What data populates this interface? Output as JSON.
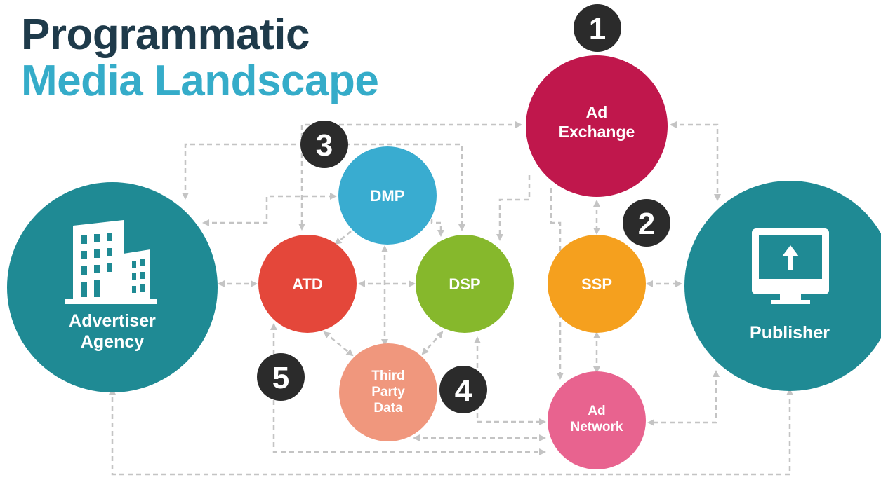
{
  "title": {
    "line1": "Programmatic",
    "line2": "Media Landscape"
  },
  "colors": {
    "title_dark": "#1e3a4a",
    "title_accent": "#35acc9",
    "arrow": "#c4c4c4",
    "badge": "#2b2b2b"
  },
  "nodes": {
    "advertiser": {
      "line1": "Advertiser",
      "line2": "Agency",
      "color": "#1f8a94",
      "icon": "office-building-icon"
    },
    "publisher": {
      "label": "Publisher",
      "color": "#1f8a94",
      "icon": "monitor-upload-icon"
    },
    "ad_exchange": {
      "line1": "Ad",
      "line2": "Exchange",
      "color": "#c0174c"
    },
    "dmp": {
      "label": "DMP",
      "color": "#39acd0"
    },
    "atd": {
      "label": "ATD",
      "color": "#e4473a"
    },
    "dsp": {
      "label": "DSP",
      "color": "#86b82c"
    },
    "ssp": {
      "label": "SSP",
      "color": "#f5a01e"
    },
    "third_party": {
      "line1": "Third",
      "line2": "Party",
      "line3": "Data",
      "color": "#f0977d"
    },
    "ad_network": {
      "line1": "Ad",
      "line2": "Network",
      "color": "#e8638f"
    }
  },
  "badges": {
    "b1": "1",
    "b2": "2",
    "b3": "3",
    "b4": "4",
    "b5": "5"
  }
}
